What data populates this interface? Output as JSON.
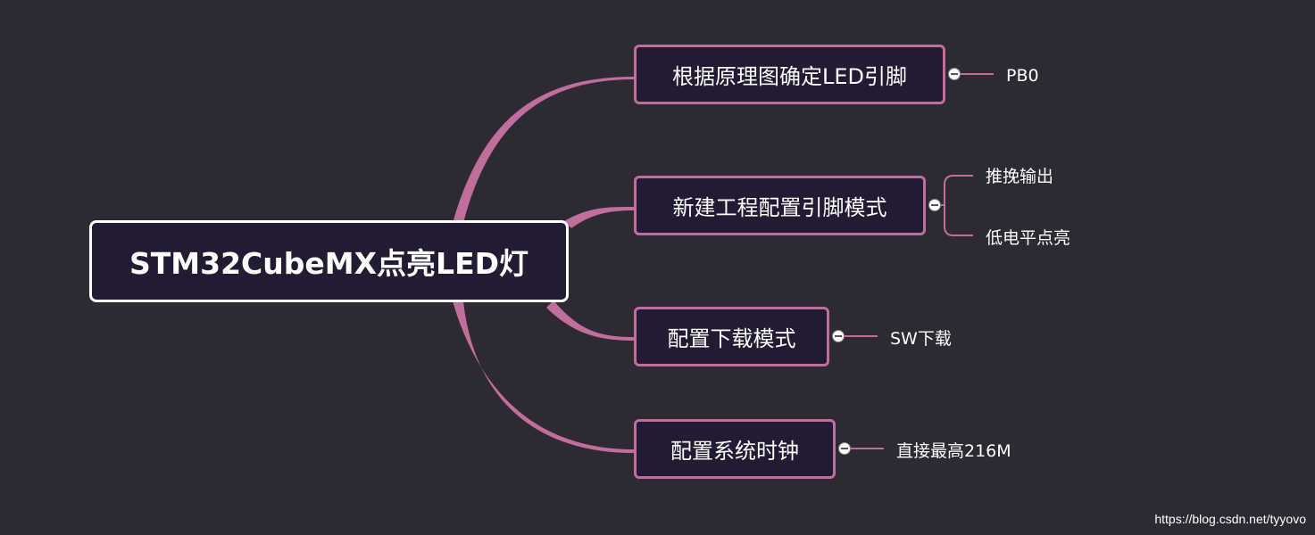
{
  "diagram": {
    "root": {
      "label": "STM32CubeMX点亮LED灯"
    },
    "branches": [
      {
        "label": "根据原理图确定LED引脚",
        "children": [
          "PB0"
        ]
      },
      {
        "label": "新建工程配置引脚模式",
        "children": [
          "推挽输出",
          "低电平点亮"
        ]
      },
      {
        "label": "配置下载模式",
        "children": [
          "SW下载"
        ]
      },
      {
        "label": "配置系统时钟",
        "children": [
          "直接最高216M"
        ]
      }
    ]
  },
  "colors": {
    "background": "#2e2a33",
    "node_fill": "#221b33",
    "branch_accent": "#c06e9c",
    "root_border": "#ffffff",
    "text": "#ffffff"
  },
  "icons": [
    "collapse-icon"
  ],
  "watermark": "https://blog.csdn.net/tyyovo"
}
